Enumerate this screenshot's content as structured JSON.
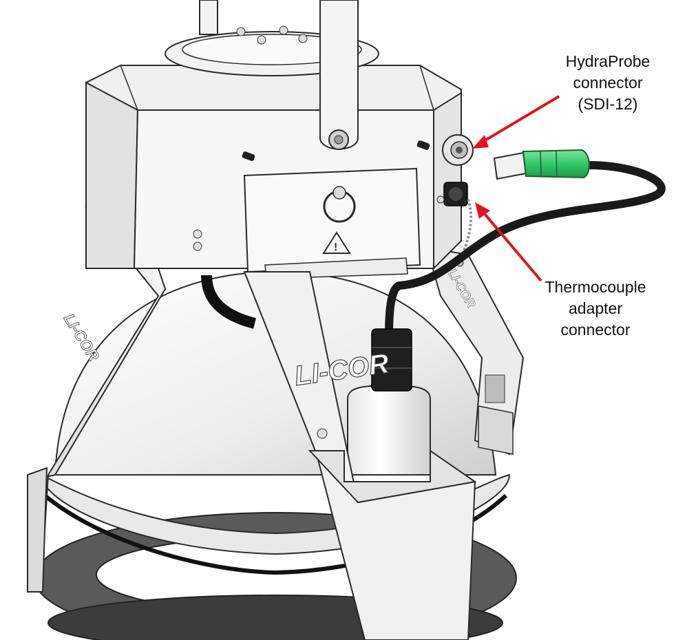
{
  "annotations": {
    "hydraprobe": {
      "line1": "HydraProbe",
      "line2": "connector",
      "line3": "(SDI-12)"
    },
    "thermocouple": {
      "line1": "Thermocouple",
      "line2": "adapter",
      "line3": "connector"
    }
  },
  "product_marking": {
    "brand": "LI-COR"
  },
  "colors": {
    "arrow": "#e0141e",
    "connector_green": "#35c86a",
    "cable": "#1a1a1a",
    "body": "#f4f4f4",
    "outline": "#2a2a2a"
  }
}
